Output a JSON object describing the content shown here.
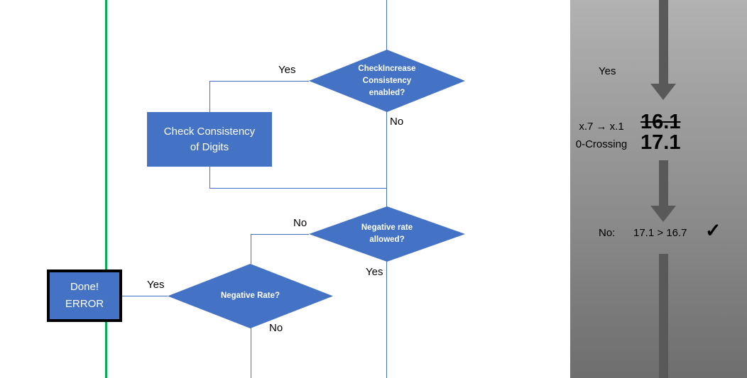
{
  "colors": {
    "shape_blue": "#4472C4",
    "connector": "#4472C4",
    "green_line": "#00B050",
    "arrow_gray": "#595959",
    "panel_top": "#b2b2b2",
    "panel_bottom": "#6e6e6e"
  },
  "flowchart": {
    "decision_check_increase": "CheckIncrease\nConsistency\nenabled?",
    "label_yes_1": "Yes",
    "label_no_1": "No",
    "process_check_consistency": "Check Consistency\nof Digits",
    "decision_negative_allowed": "Negative rate\nallowed?",
    "label_no_2": "No",
    "label_yes_2": "Yes",
    "decision_negative_rate": "Negative Rate?",
    "label_yes_3": "Yes",
    "label_no_3": "No",
    "done_error": "Done!\nERROR"
  },
  "side_panel": {
    "label_yes": "Yes",
    "crossing_note": "x.7 → x.1\n0-Crossing",
    "old_value": "16.1",
    "new_value": "17.1",
    "comparison_label": "No:",
    "comparison_value": "17.1 > 16.7",
    "check_mark": "✓"
  }
}
